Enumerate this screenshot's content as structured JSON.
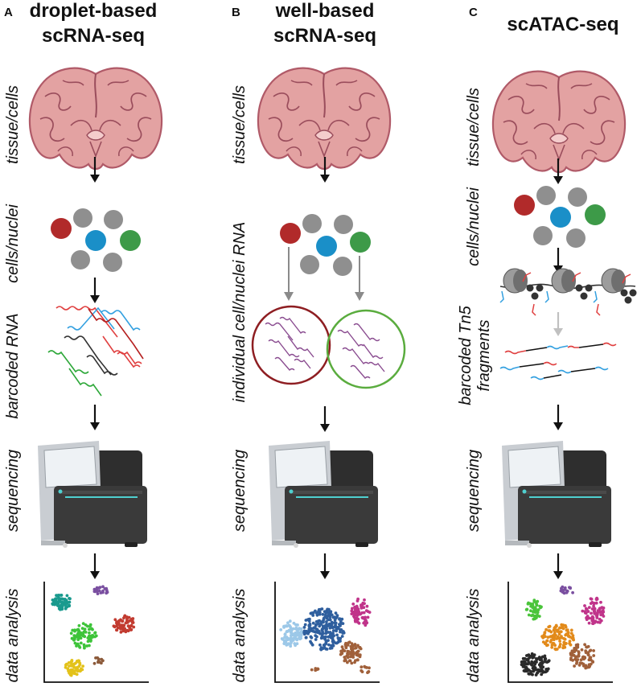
{
  "panels": [
    {
      "letter": "A",
      "title_line1": "droplet-based",
      "title_line2": "scRNA-seq",
      "steps": {
        "tissue": "tissue/cells",
        "cells": "cells/nuclei",
        "library": "barcoded RNA",
        "sequencing": "sequencing",
        "analysis": "data analysis"
      }
    },
    {
      "letter": "B",
      "title_line1": "well-based",
      "title_line2": "scRNA-seq",
      "steps": {
        "tissue": "tissue/cells",
        "cells": "individual cell/nuclei RNA",
        "sequencing": "sequencing",
        "analysis": "data analysis"
      }
    },
    {
      "letter": "C",
      "title_line1": "scATAC-seq",
      "steps": {
        "tissue": "tissue/cells",
        "cells": "cells/nuclei",
        "library_line1": "barcoded Tn5",
        "library_line2": "fragments",
        "sequencing": "sequencing",
        "analysis": "data analysis"
      }
    }
  ],
  "colors": {
    "brain_fill": "#e3a2a2",
    "brain_outline": "#b05a68",
    "brain_fold": "#9a4d5c",
    "cell_grey": "#8f8f8f",
    "cell_red": "#b12a2a",
    "cell_blue": "#1a8fc8",
    "cell_green": "#3d9a48",
    "well_red": "#8e1e22",
    "well_green": "#5aac3e",
    "rna_magenta": "#8a4c90",
    "arrow_black": "#111111",
    "arrow_grey": "#8a8a8a",
    "arrow_lightgrey": "#c0c0c0",
    "sequencer_body": "#2e2e2e",
    "sequencer_screen": "#e8ecef",
    "sequencer_accent": "#4fd0d0"
  },
  "icons": [
    "brain-icon",
    "cell-icon",
    "well-icon",
    "rna-strand-icon",
    "nucleosome-icon",
    "sequencer-icon",
    "scatter-plot-icon"
  ]
}
